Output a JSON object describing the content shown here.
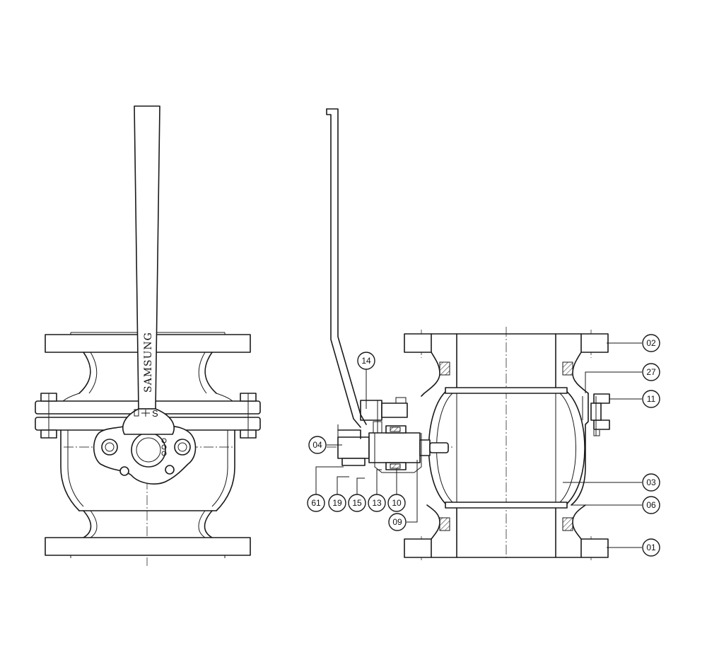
{
  "front_view": {
    "brand_text": "SAMSUNG",
    "orientation_mark": "S"
  },
  "callouts": [
    {
      "id": "c-02",
      "label": "02"
    },
    {
      "id": "c-27",
      "label": "27"
    },
    {
      "id": "c-11",
      "label": "11"
    },
    {
      "id": "c-03",
      "label": "03"
    },
    {
      "id": "c-06",
      "label": "06"
    },
    {
      "id": "c-01",
      "label": "01"
    },
    {
      "id": "c-14",
      "label": "14"
    },
    {
      "id": "c-04",
      "label": "04"
    },
    {
      "id": "c-61",
      "label": "61"
    },
    {
      "id": "c-19",
      "label": "19"
    },
    {
      "id": "c-15",
      "label": "15"
    },
    {
      "id": "c-13",
      "label": "13"
    },
    {
      "id": "c-10",
      "label": "10"
    },
    {
      "id": "c-09",
      "label": "09"
    }
  ]
}
